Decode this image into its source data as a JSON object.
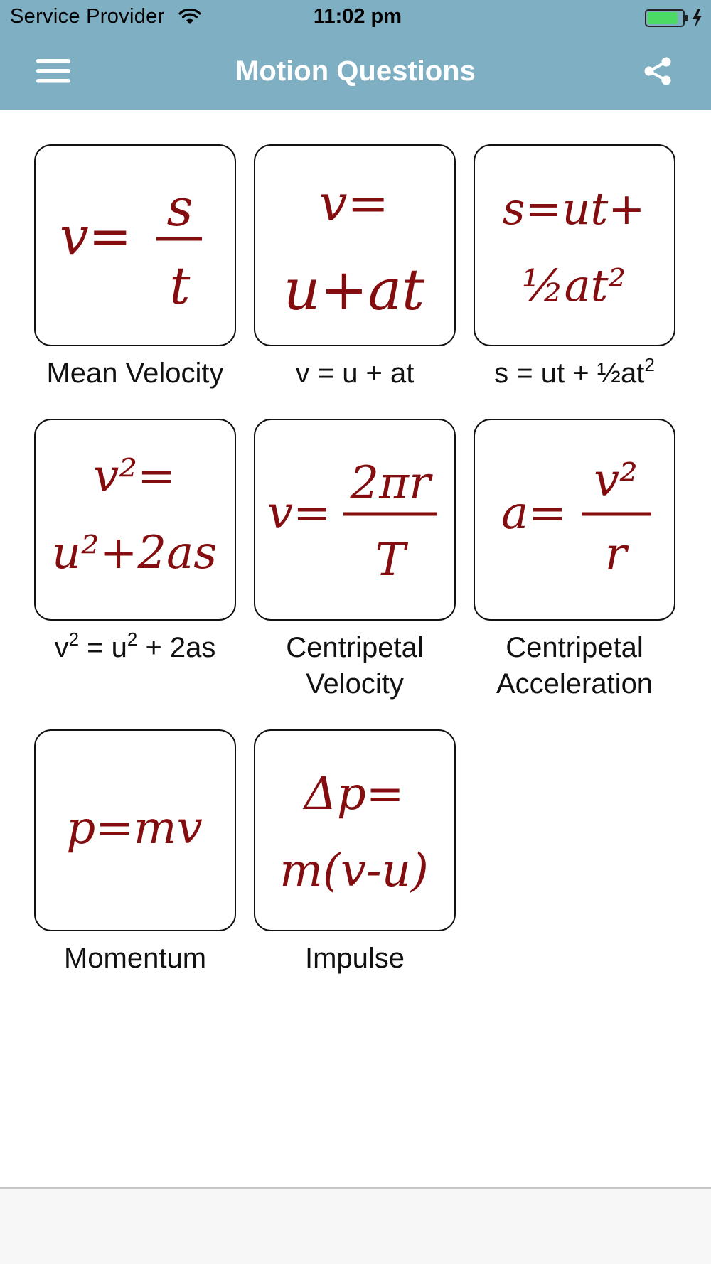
{
  "status_bar": {
    "carrier": "Service Provider",
    "time": "11:02 pm",
    "wifi_icon": "wifi-icon",
    "battery_icon": "battery-charging-icon"
  },
  "nav_bar": {
    "title": "Motion Questions",
    "menu_icon": "hamburger-menu-icon",
    "share_icon": "share-icon"
  },
  "colors": {
    "header": "#7eafc3",
    "formula": "#840d0f",
    "battery": "#4cd964"
  },
  "formulas": [
    {
      "id": "mean-velocity",
      "label": "Mean Velocity",
      "formula": {
        "lhs": "v=",
        "numerator": "s",
        "denominator": "t"
      }
    },
    {
      "id": "v-u-at",
      "label_parts": [
        "v = u + at"
      ],
      "formula": {
        "line1": "v=",
        "line2": "u+at"
      }
    },
    {
      "id": "s-ut",
      "label_parts": [
        "s = ut + ½at",
        "2"
      ],
      "formula": {
        "line1": "s=ut+",
        "line2": "½at²"
      }
    },
    {
      "id": "v2-u2-2as",
      "label_parts": [
        "v",
        "2",
        " = u",
        "2",
        " + 2as"
      ],
      "formula": {
        "line1": "v²=",
        "line2": "u²+2as"
      }
    },
    {
      "id": "centripetal-velocity",
      "label_lines": [
        "Centripetal",
        "Velocity"
      ],
      "formula": {
        "lhs": "v=",
        "numerator": "2πr",
        "denominator": "T"
      }
    },
    {
      "id": "centripetal-acceleration",
      "label_lines": [
        "Centripetal",
        "Acceleration"
      ],
      "formula": {
        "lhs": "a=",
        "numerator": "v²",
        "denominator": "r"
      }
    },
    {
      "id": "momentum",
      "label": "Momentum",
      "formula": {
        "line1": "p=mv"
      }
    },
    {
      "id": "impulse",
      "label": "Impulse",
      "formula": {
        "line1": "Δp=",
        "line2": "m(v-u)"
      }
    }
  ]
}
